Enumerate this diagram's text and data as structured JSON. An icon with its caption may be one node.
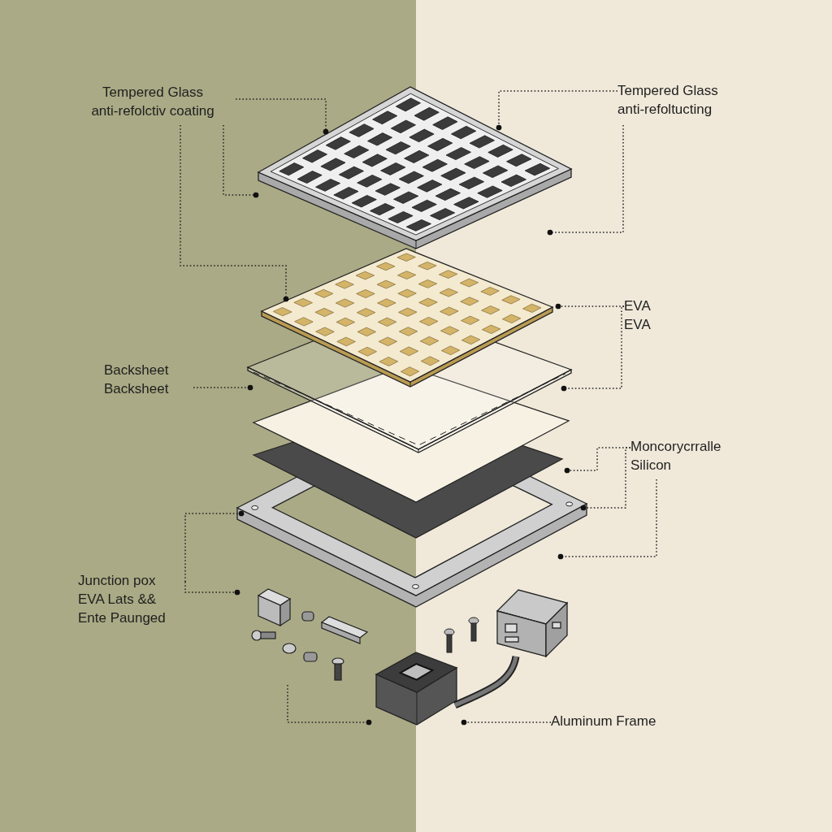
{
  "diagram": {
    "nodes": [
      {
        "text": [
          "Tempered Glass",
          "anti-refolctiv coating"
        ]
      },
      {
        "text": [
          "Tempered Glass",
          "anti-refoltucting"
        ]
      },
      {
        "text": [
          "EVA",
          "EVA"
        ]
      },
      {
        "text": [
          "Backsheet",
          "Backsheet"
        ]
      },
      {
        "text": [
          "Moncorycrralle",
          "Silicon"
        ]
      },
      {
        "text": [
          "Junction pox",
          "EVA Lats &&",
          "Ente Paunged"
        ]
      },
      {
        "text": [
          "Aluminum Frame"
        ]
      },
      {
        "text": [],
        "shape": "picture"
      },
      {
        "text": [],
        "shape": "picture"
      },
      {
        "text": [],
        "shape": "picture"
      }
    ],
    "edges": [
      {
        "from": 0,
        "to": null,
        "arrow": "other"
      },
      {
        "from": 0,
        "to": null,
        "arrow": "other"
      },
      {
        "from": 0,
        "to": null,
        "arrow": "other"
      },
      {
        "from": 1,
        "to": null,
        "arrow": "other"
      },
      {
        "from": 1,
        "to": null,
        "arrow": "other"
      },
      {
        "from": 2,
        "to": null,
        "arrow": "other"
      },
      {
        "from": 2,
        "to": null,
        "arrow": "other"
      },
      {
        "from": 3,
        "to": null,
        "arrow": "other"
      },
      {
        "from": 4,
        "to": null,
        "arrow": "other"
      },
      {
        "from": 4,
        "to": null,
        "arrow": "other"
      },
      {
        "from": 4,
        "to": null,
        "arrow": "other"
      },
      {
        "from": 5,
        "to": null,
        "arrow": "other"
      },
      {
        "from": 5,
        "to": 7,
        "arrow": "other"
      },
      {
        "from": 7,
        "to": 8,
        "arrow": "other"
      },
      {
        "from": 6,
        "to": 8,
        "arrow": "other"
      }
    ]
  }
}
